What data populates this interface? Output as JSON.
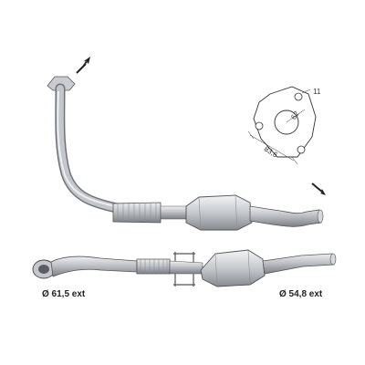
{
  "labels": {
    "inlet_diameter": "Ø 61,5 ext",
    "outlet_diameter": "Ø 54,8 ext"
  },
  "flange": {
    "dim_hole": "11",
    "dim_radius": "62",
    "dim_width": "83,6"
  },
  "colors": {
    "pipe": "#b9bcc0",
    "pipe_dark": "#7e8288",
    "pipe_light": "#e4e6e9",
    "line": "#333333"
  },
  "icons": [
    "direction-arrow-icon",
    "direction-arrow-icon"
  ]
}
